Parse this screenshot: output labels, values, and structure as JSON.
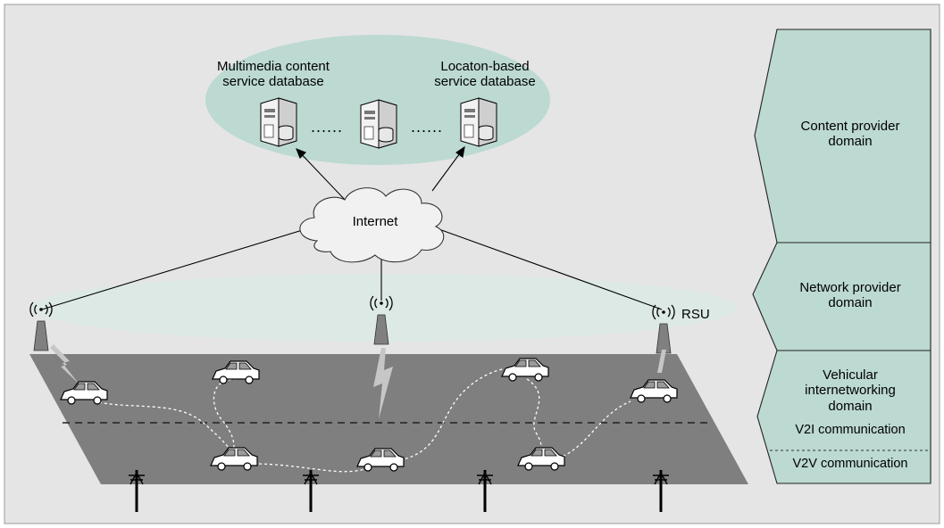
{
  "databases": {
    "multimedia_label": "Multimedia content service database",
    "multimedia_line1": "Multimedia content",
    "multimedia_line2": "service database",
    "location_line1": "Locaton-based",
    "location_line2": "service database",
    "ellipsis": "......"
  },
  "network": {
    "internet_label": "Internet",
    "rsu_label": "RSU"
  },
  "domains": {
    "content_line1": "Content provider",
    "content_line2": "domain",
    "network_line1": "Network provider",
    "network_line2": "domain",
    "vehicular_line1": "Vehicular",
    "vehicular_line2": "internetworking",
    "vehicular_line3": "domain",
    "v2i": "V2I communication",
    "v2v": "V2V communication"
  },
  "colors": {
    "background": "#e5e5e5",
    "domain_fill": "#bcd9d2",
    "road": "#7f7f80",
    "cloud": "#f1f1f1"
  }
}
